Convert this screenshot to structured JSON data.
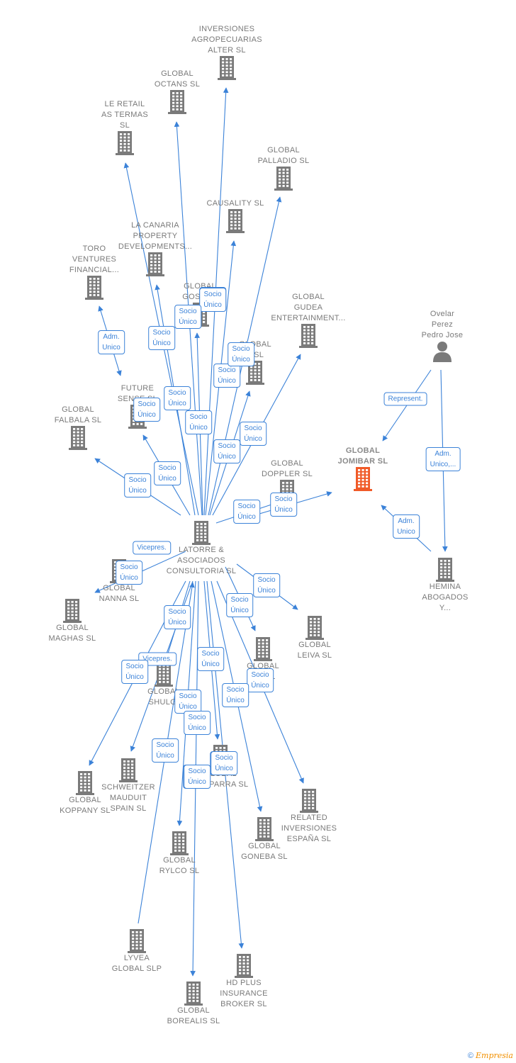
{
  "colors": {
    "accent": "#3b82d8",
    "node": "#7a7a7a",
    "highlight": "#f05a28"
  },
  "footer": {
    "symbol": "©",
    "brand": "Empresia"
  },
  "nodes": [
    {
      "id": "alter",
      "label": "INVERSIONES\nAGROPECUARIAS\nALTER  SL",
      "type": "company"
    },
    {
      "id": "octans",
      "label": "GLOBAL\nOCTANS  SL",
      "type": "company"
    },
    {
      "id": "termas",
      "label": "LE RETAIL\nAS TERMAS\nSL",
      "type": "company"
    },
    {
      "id": "palladio",
      "label": "GLOBAL\nPALLADIO  SL",
      "type": "company"
    },
    {
      "id": "causality",
      "label": "CAUSALITY  SL",
      "type": "company"
    },
    {
      "id": "canaria",
      "label": "LA CANARIA\nPROPERTY\nDEVELOPMENTS...",
      "type": "company"
    },
    {
      "id": "toro",
      "label": "TORO\nVENTURES\nFINANCIAL...",
      "type": "company"
    },
    {
      "id": "goshen",
      "label": "GLOBAL\nGOSHEN",
      "type": "company"
    },
    {
      "id": "gudea",
      "label": "GLOBAL\nGUDEA\nENTERTAINMENT...",
      "type": "company"
    },
    {
      "id": "ovelar",
      "label": "Ovelar\nPerez\nPedro Jose",
      "type": "person"
    },
    {
      "id": "globala",
      "label": "GLOBAL\nA  SL",
      "type": "company"
    },
    {
      "id": "future",
      "label": "FUTURE\nSENSE  SL",
      "type": "company"
    },
    {
      "id": "falbala",
      "label": "GLOBAL\nFALBALA  SL",
      "type": "company"
    },
    {
      "id": "jomibar",
      "label": "GLOBAL\nJOMIBAR  SL",
      "type": "focus"
    },
    {
      "id": "doppler",
      "label": "GLOBAL\nDOPPLER  SL",
      "type": "company"
    },
    {
      "id": "latorre",
      "label": "LATORRE &\nASOCIADOS\nCONSULTORIA SL",
      "type": "company"
    },
    {
      "id": "hemina",
      "label": "HEMINA\nABOGADOS\nY...",
      "type": "company"
    },
    {
      "id": "nanna",
      "label": "GLOBAL\nNANNA  SL",
      "type": "company"
    },
    {
      "id": "maghas",
      "label": "GLOBAL\nMAGHAS  SL",
      "type": "company"
    },
    {
      "id": "leiva",
      "label": "GLOBAL\nLEIVA  SL",
      "type": "company"
    },
    {
      "id": "aal",
      "label": "GLOBAL\nA...  SL",
      "type": "company"
    },
    {
      "id": "shulgi",
      "label": "GLOBAL\nSHULGI",
      "type": "company"
    },
    {
      "id": "koppany",
      "label": "GLOBAL\nKOPPANY  SL",
      "type": "company"
    },
    {
      "id": "schweitzer",
      "label": "SCHWEITZER\nMAUDUIT\nSPAIN SL",
      "type": "company"
    },
    {
      "id": "capparra",
      "label": "GLOBAL\nCAPPARRA  SL",
      "type": "company"
    },
    {
      "id": "related",
      "label": "RELATED\nINVERSIONES\nESPAÑA  SL",
      "type": "company"
    },
    {
      "id": "goneba",
      "label": "GLOBAL\nGONEBA  SL",
      "type": "company"
    },
    {
      "id": "rylco",
      "label": "GLOBAL\nRYLCO  SL",
      "type": "company"
    },
    {
      "id": "lyvea",
      "label": "LYVEA\nGLOBAL  SLP",
      "type": "company"
    },
    {
      "id": "hdplus",
      "label": "HD PLUS\nINSURANCE\nBROKER  SL",
      "type": "company"
    },
    {
      "id": "borealis",
      "label": "GLOBAL\nBOREALIS  SL",
      "type": "company"
    }
  ],
  "edges": [
    {
      "from": "latorre",
      "to": "alter",
      "label": "Socio\nÚnico"
    },
    {
      "from": "latorre",
      "to": "octans",
      "label": "Socio\nÚnico"
    },
    {
      "from": "latorre",
      "to": "termas",
      "label": "Socio\nÚnico"
    },
    {
      "from": "latorre",
      "to": "palladio",
      "label": "Socio\nÚnico"
    },
    {
      "from": "latorre",
      "to": "causality",
      "label": "Socio\nÚnico"
    },
    {
      "from": "latorre",
      "to": "canaria",
      "label": "Socio\nÚnico"
    },
    {
      "from": "latorre",
      "to": "goshen",
      "label": "Socio\nÚnico"
    },
    {
      "from": "latorre",
      "to": "gudea",
      "label": "Socio\nÚnico"
    },
    {
      "from": "latorre",
      "to": "globala",
      "label": "Socio\nÚnico"
    },
    {
      "from": "latorre",
      "to": "future",
      "label": "Socio\nÚnico"
    },
    {
      "from": "latorre",
      "to": "falbala",
      "label": "Socio\nÚnico"
    },
    {
      "from": "latorre",
      "to": "doppler",
      "label": "Socio\nÚnico"
    },
    {
      "from": "latorre",
      "to": "jomibar",
      "label": "Socio\nÚnico"
    },
    {
      "from": "future",
      "to": "toro",
      "label": "Adm.\nUnico"
    },
    {
      "from": "ovelar",
      "to": "jomibar",
      "label": "Represent."
    },
    {
      "from": "ovelar",
      "to": "hemina",
      "label": "Adm.\nUnico,..."
    },
    {
      "from": "hemina",
      "to": "jomibar",
      "label": "Adm.\nUnico"
    },
    {
      "from": "latorre",
      "to": "nanna",
      "label": "Socio\nÚnico"
    },
    {
      "from": "latorre",
      "to": "leiva",
      "label": "Socio\nÚnico"
    },
    {
      "from": "latorre",
      "to": "aal",
      "label": "Socio\nÚnico"
    },
    {
      "from": "latorre",
      "to": "shulgi",
      "label": "Vicepres."
    },
    {
      "from": "latorre",
      "to": "koppany",
      "label": "Socio\nÚnico"
    },
    {
      "from": "latorre",
      "to": "schweitzer",
      "label": "Socio\nÚnico"
    },
    {
      "from": "latorre",
      "to": "capparra",
      "label": "Socio\nÚnico"
    },
    {
      "from": "latorre",
      "to": "related",
      "label": "Socio\nÚnico"
    },
    {
      "from": "latorre",
      "to": "goneba",
      "label": "Socio\nÚnico"
    },
    {
      "from": "latorre",
      "to": "rylco",
      "label": "Socio\nÚnico"
    },
    {
      "from": "lyvea",
      "to": "latorre",
      "label": "Socio\nÚnico"
    },
    {
      "from": "latorre",
      "to": "hdplus",
      "label": "Socio\nÚnico"
    },
    {
      "from": "latorre",
      "to": "borealis",
      "label": "Socio\nÚnico"
    }
  ]
}
